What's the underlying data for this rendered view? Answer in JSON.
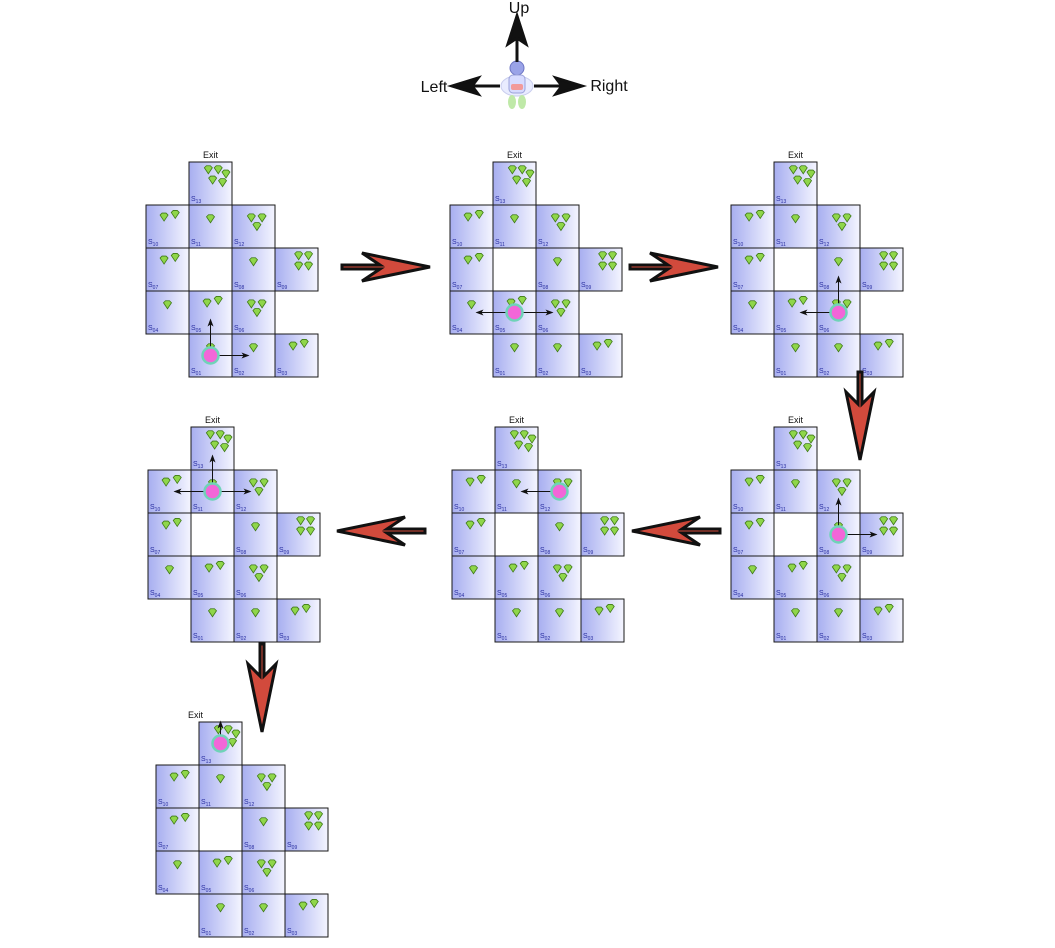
{
  "legend": {
    "up": "Up",
    "left": "Left",
    "right": "Right"
  },
  "exit_label": "Exit",
  "sub_label_prefix": "S",
  "colors": {
    "tile_dark": "#a7aef0",
    "tile_light": "#f4f5ff",
    "tile_border": "#1a1a1a",
    "state_label": "#2a2fa0",
    "gem_fill": "#8fd64a",
    "gem_stroke": "#3f7a17",
    "agent_fill": "#f266d8",
    "agent_ring": "#6fd3b8",
    "flow_arrow_fill": "#d24a3c",
    "flow_arrow_stroke": "#111111"
  },
  "states": [
    {
      "id": "01",
      "gems": 1
    },
    {
      "id": "02",
      "gems": 1
    },
    {
      "id": "03",
      "gems": 2
    },
    {
      "id": "04",
      "gems": 1
    },
    {
      "id": "05",
      "gems": 2
    },
    {
      "id": "06",
      "gems": 3
    },
    {
      "id": "07",
      "gems": 2
    },
    {
      "id": "08",
      "gems": 1
    },
    {
      "id": "09",
      "gems": 4
    },
    {
      "id": "10",
      "gems": 2
    },
    {
      "id": "11",
      "gems": 1
    },
    {
      "id": "12",
      "gems": 3
    },
    {
      "id": "13",
      "gems": 5
    }
  ],
  "steps": [
    {
      "step": 1,
      "agent": "01",
      "arrows": [
        "up",
        "right"
      ]
    },
    {
      "step": 2,
      "agent": "05",
      "arrows": [
        "left",
        "right"
      ]
    },
    {
      "step": 3,
      "agent": "06",
      "arrows": [
        "left",
        "up"
      ]
    },
    {
      "step": 4,
      "agent": "08",
      "arrows": [
        "up",
        "right"
      ]
    },
    {
      "step": 5,
      "agent": "12",
      "arrows": [
        "left"
      ]
    },
    {
      "step": 6,
      "agent": "11",
      "arrows": [
        "left",
        "up",
        "right"
      ]
    },
    {
      "step": 7,
      "agent": "13",
      "arrows": [
        "up"
      ]
    }
  ],
  "flow_directions": [
    "right",
    "right",
    "down",
    "left",
    "left",
    "down"
  ]
}
